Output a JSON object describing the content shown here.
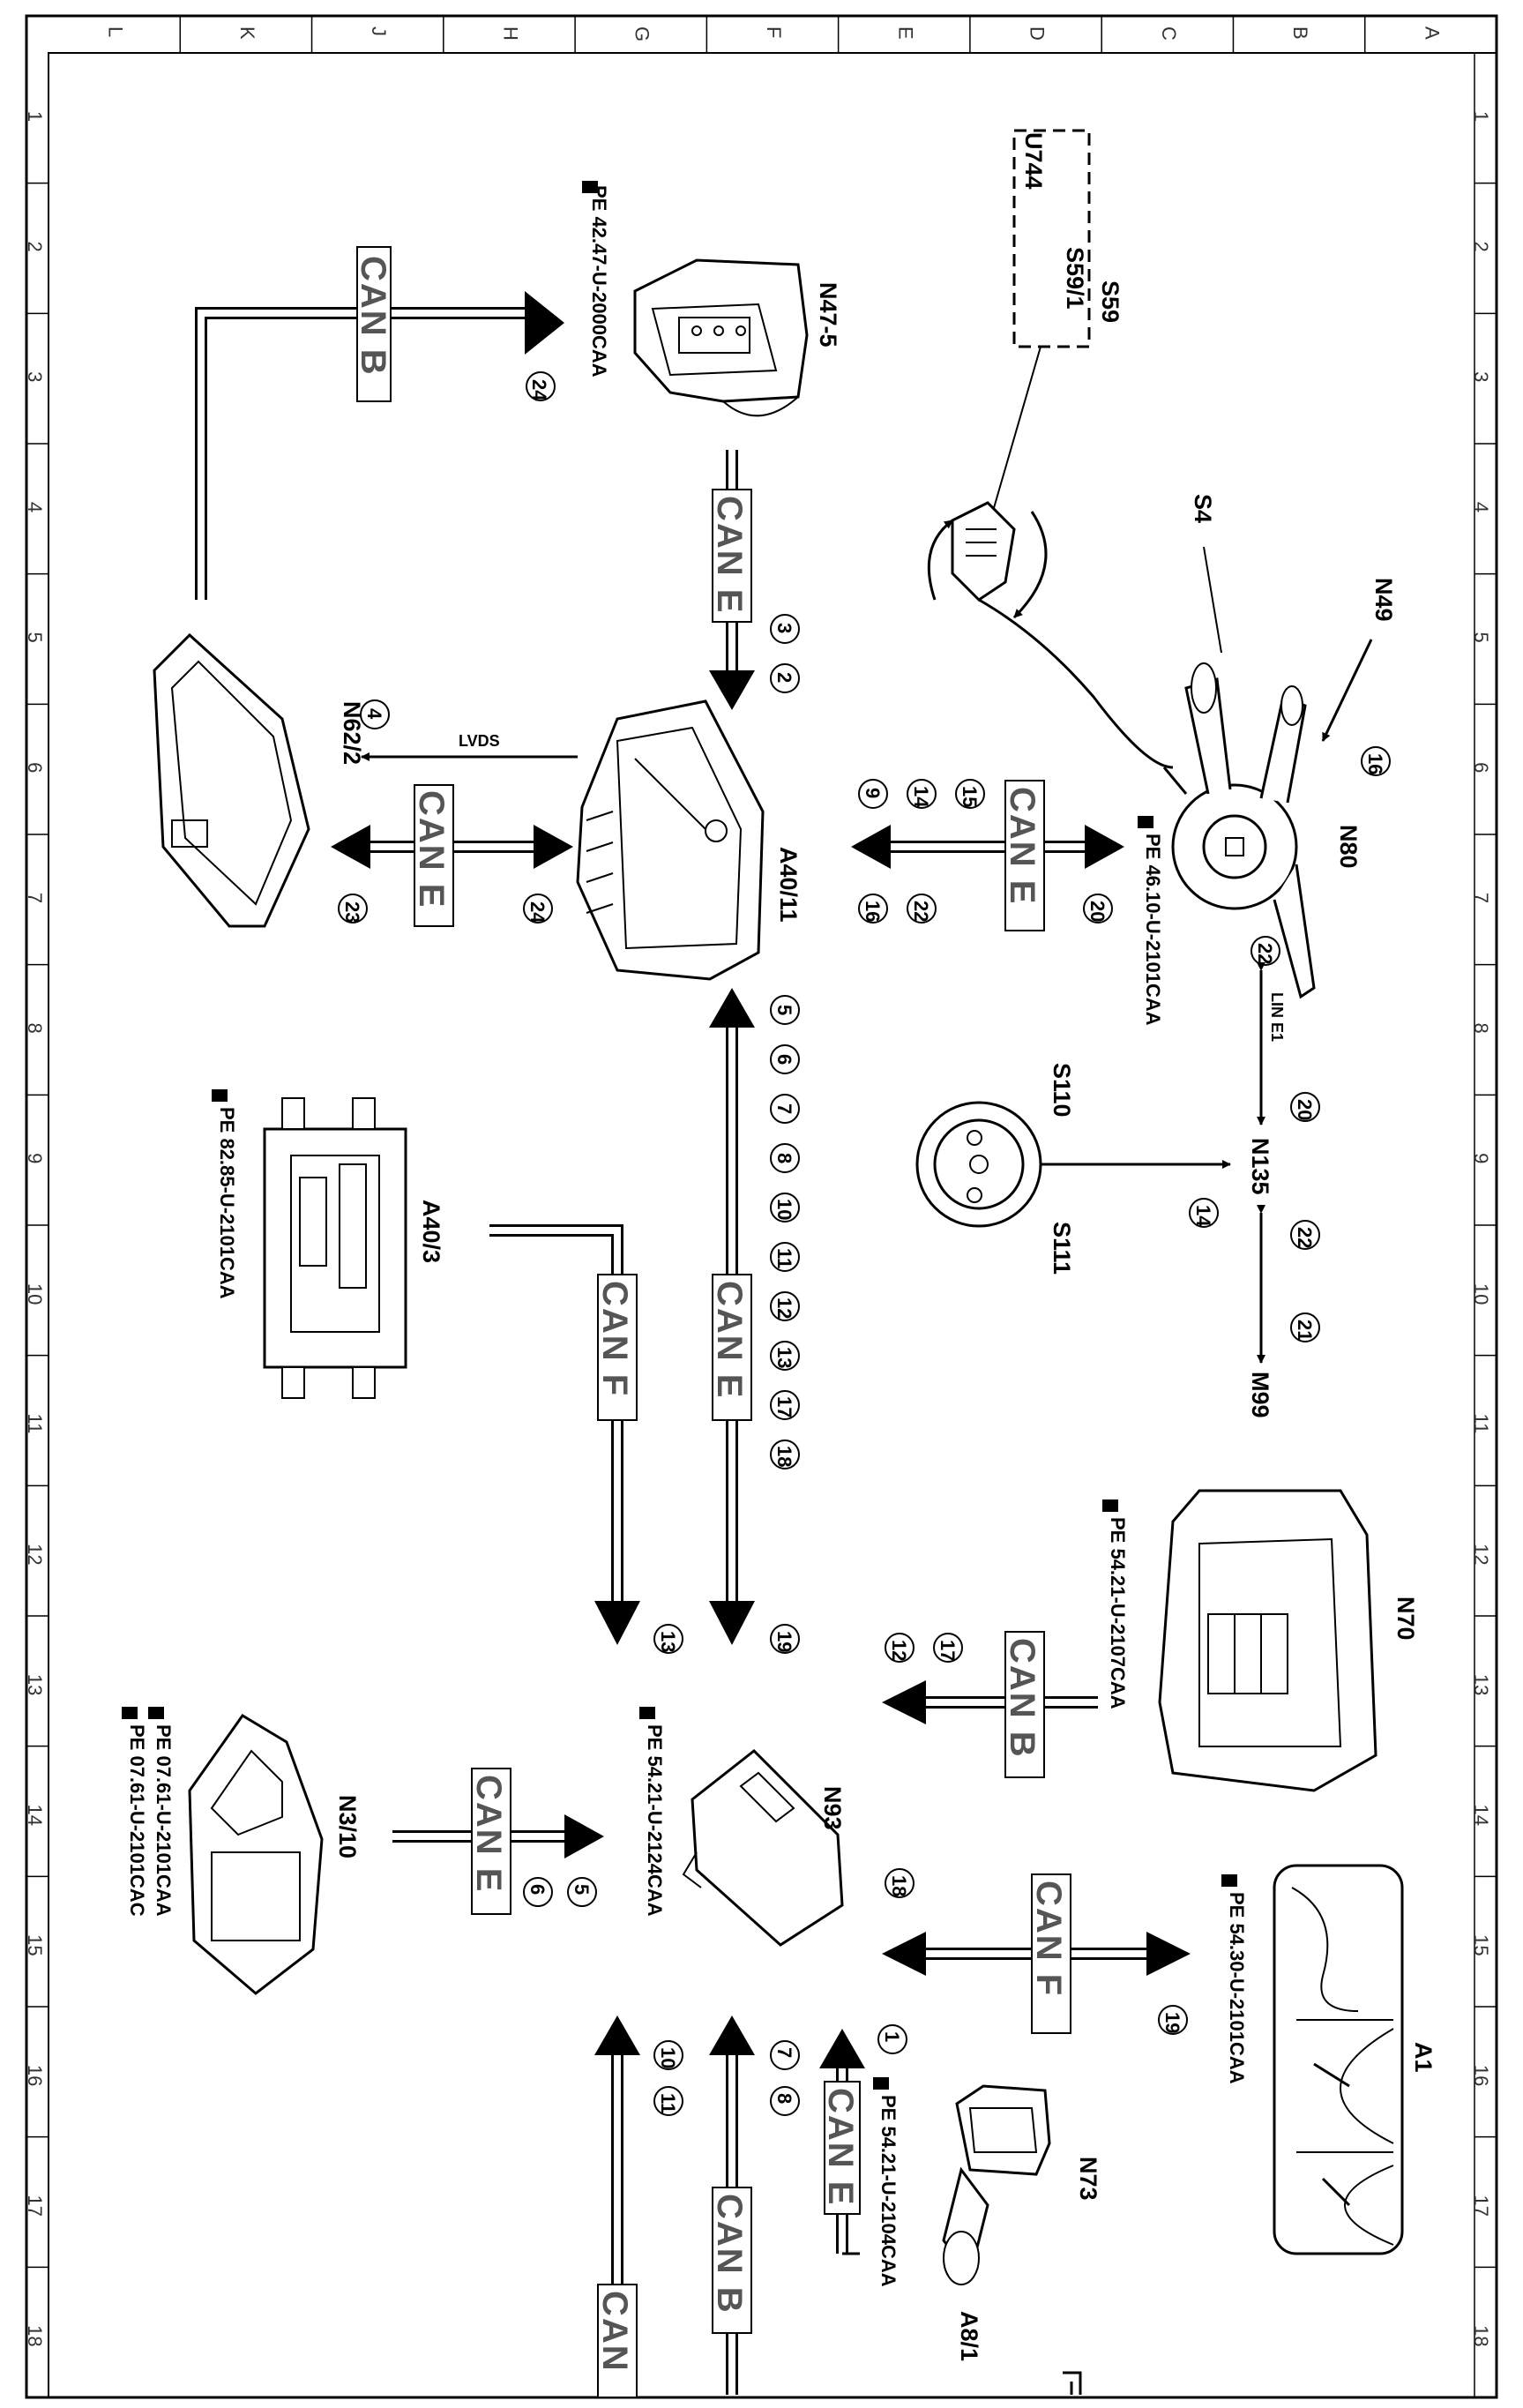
{
  "grid": {
    "letters": [
      "L",
      "K",
      "J",
      "H",
      "G",
      "F",
      "E",
      "D",
      "C",
      "B",
      "A"
    ],
    "numbers": [
      "1",
      "2",
      "3",
      "4",
      "5",
      "6",
      "7",
      "8",
      "9",
      "10",
      "11",
      "12",
      "13",
      "14",
      "15",
      "16",
      "17",
      "18"
    ]
  },
  "components": {
    "n47_5": "N47-5",
    "n62_2": "N62/2",
    "a40_11": "A40/11",
    "a40_3": "A40/3",
    "n80": "N80",
    "n49": "N49",
    "s4": "S4",
    "s59": "S59",
    "s59_1": "S59/1",
    "u744": "U744",
    "s110": "S110",
    "s111": "S111",
    "n135": "N135",
    "m99": "M99",
    "n70": "N70",
    "n93": "N93",
    "n3_10": "N3/10",
    "a1": "A1",
    "n73": "N73",
    "a8_1": "A8/1"
  },
  "refs": {
    "n47_5": "PE 42.47-U-2000CAA",
    "n80": "PE 46.10-U-2101CAA",
    "a40_3": "PE 82.85-U-2101CAA",
    "n70": "PE 54.21-U-2107CAA",
    "n93": "PE 54.21-U-2124CAA",
    "n3_10_a": "PE 07.61-U-2101CAA",
    "n3_10_b": "PE 07.61-U-2101CAC",
    "a1": "PE 54.30-U-2101CAA",
    "n73": "PE 54.21-U-2104CAA"
  },
  "buses": {
    "can_b_top": "CAN B",
    "can_e_n47": "CAN E",
    "lvds": "LVDS",
    "can_e_n62": "CAN E",
    "can_e_n80": "CAN E",
    "lin_e1": "LIN E1",
    "can_f_a403": "CAN F",
    "can_e_main": "CAN E",
    "can_b_n70": "CAN B",
    "can_e_n310": "CAN E",
    "can_f_a1": "CAN F",
    "can_e_n73": "CAN E",
    "can_b_bottom": "CAN B",
    "can_bottom": "CAN"
  },
  "signals": {
    "s24a": "24",
    "s3": "3",
    "s2": "2",
    "s4": "4",
    "s24b": "24",
    "s23": "23",
    "s9": "9",
    "s14": "14",
    "s15": "15",
    "s16": "16",
    "s22": "22",
    "s20": "20",
    "s16n49": "16",
    "s22n80": "22",
    "s20lin": "20",
    "s14n135": "14",
    "s22n135": "22",
    "s21": "21",
    "c5": "5",
    "c6": "6",
    "c7": "7",
    "c8": "8",
    "c10": "10",
    "c11": "11",
    "c12": "12",
    "c13": "13",
    "c17": "17",
    "c18": "18",
    "s13": "13",
    "s19": "19",
    "s12": "12",
    "s17": "17",
    "s5": "5",
    "s6": "6",
    "s18": "18",
    "s19a1": "19",
    "s1": "1",
    "s7": "7",
    "s8": "8",
    "s10": "10",
    "s11": "11"
  }
}
